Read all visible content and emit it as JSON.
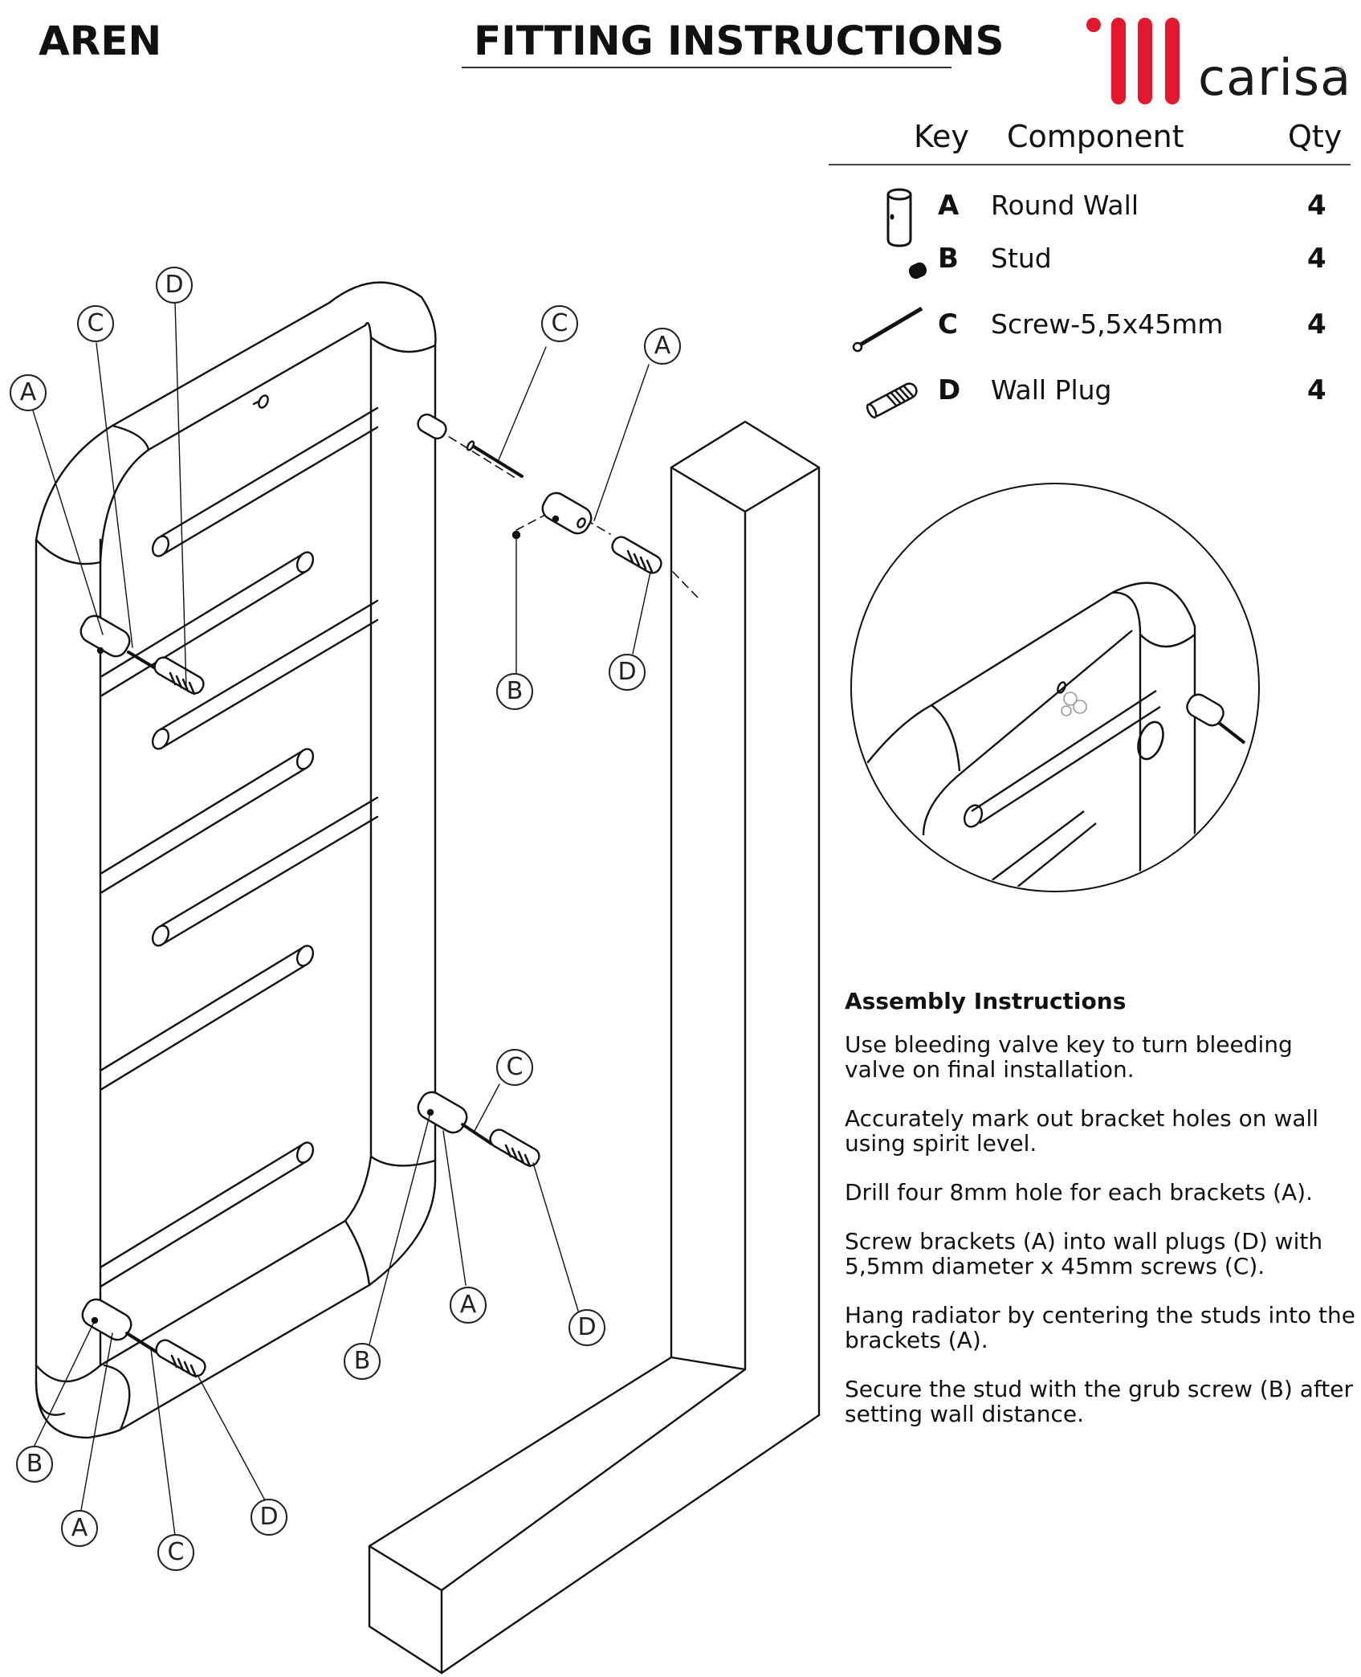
{
  "header": {
    "product_name": "AREN",
    "title": "FITTING INSTRUCTIONS"
  },
  "brand": {
    "name": "carisa",
    "registered_mark": "®",
    "accent_color": "#e3182d"
  },
  "parts_table": {
    "headers": {
      "key": "Key",
      "component": "Component",
      "qty": "Qty"
    },
    "rows": [
      {
        "key": "A",
        "component": "Round Wall",
        "qty": "4",
        "icon": "round-wall-bracket-icon"
      },
      {
        "key": "B",
        "component": "Stud",
        "qty": "4",
        "icon": "stud-icon"
      },
      {
        "key": "C",
        "component": "Screw-5,5x45mm",
        "qty": "4",
        "icon": "screw-icon"
      },
      {
        "key": "D",
        "component": "Wall Plug",
        "qty": "4",
        "icon": "wall-plug-icon"
      }
    ]
  },
  "callouts": {
    "top_left": [
      "A",
      "C",
      "D"
    ],
    "top_right": [
      "C",
      "A",
      "B",
      "D"
    ],
    "mid_right": [
      "C",
      "B",
      "A",
      "D"
    ],
    "bottom_left": [
      "B",
      "A",
      "C",
      "D"
    ]
  },
  "instructions": {
    "heading": "Assembly Instructions",
    "steps": [
      "Use bleeding valve key to turn bleeding valve on final installation.",
      "Accurately mark out bracket holes on wall using spirit level.",
      "Drill four 8mm hole for each brackets (A).",
      "Screw brackets (A) into wall plugs (D) with 5,5mm diameter x 45mm screws (C).",
      "Hang radiator by centering the studs into the brackets (A).",
      "Secure the stud with the grub screw (B) after setting wall distance."
    ]
  }
}
